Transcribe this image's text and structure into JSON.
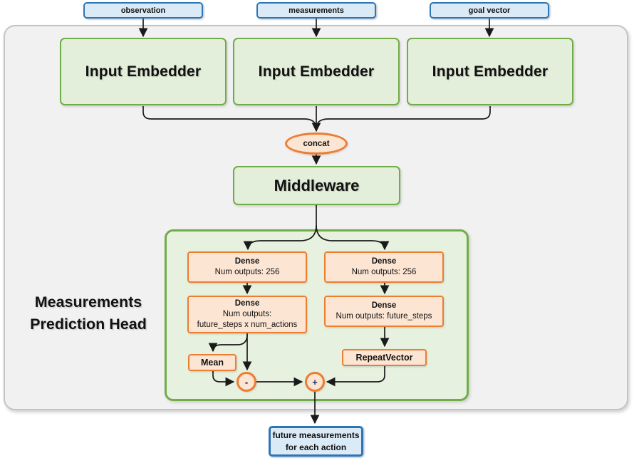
{
  "diagram": {
    "inputs": [
      {
        "label": "observation"
      },
      {
        "label": "measurements"
      },
      {
        "label": "goal vector"
      }
    ],
    "embedders": [
      {
        "label": "Input Embedder"
      },
      {
        "label": "Input Embedder"
      },
      {
        "label": "Input Embedder"
      }
    ],
    "concat_label": "concat",
    "middleware_label": "Middleware",
    "head": {
      "title_line1": "Measurements",
      "title_line2": "Prediction Head",
      "dense_left_1": {
        "title": "Dense",
        "line2": "Num outputs: 256"
      },
      "dense_right_1": {
        "title": "Dense",
        "line2": "Num outputs: 256"
      },
      "dense_left_2": {
        "title": "Dense",
        "line2": "Num outputs:",
        "line3": "future_steps x num_actions"
      },
      "dense_right_2": {
        "title": "Dense",
        "line2": "Num outputs: future_steps"
      },
      "mean_label": "Mean",
      "repeat_vector_label": "RepeatVector",
      "minus_label": "-",
      "plus_label": "+"
    },
    "output": {
      "line1": "future measurements",
      "line2": "for each action"
    },
    "colors": {
      "blue_border": "#2e75b6",
      "blue_fill": "#dbeaf7",
      "green_border": "#70ad47",
      "green_fill": "#e3efda",
      "orange_border": "#ed7d31",
      "orange_fill": "#fce5d3",
      "frame_fill": "#f1f1f2",
      "frame_border": "#c4c4c6",
      "arrow": "#1a1a1a"
    }
  }
}
